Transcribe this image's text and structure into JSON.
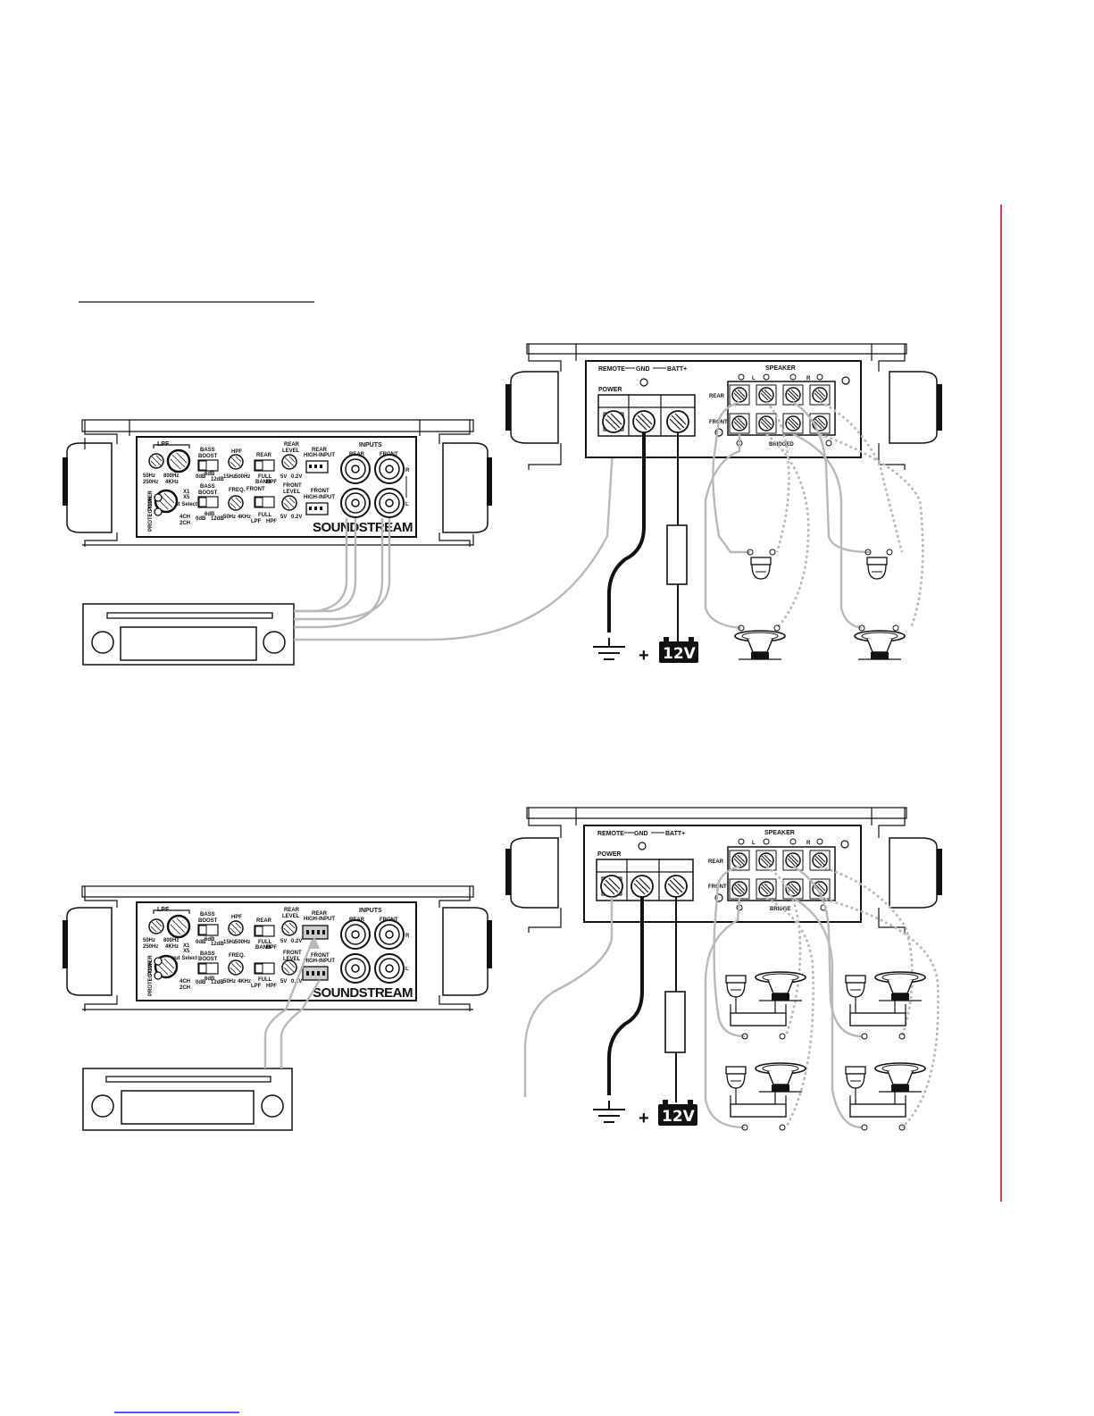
{
  "page": {
    "accent_color": "#c8102e"
  },
  "head_unit_panel": {
    "lpf_label": "LPF",
    "lpf_ticks": [
      "50Hz",
      "250Hz",
      "800Hz",
      "4KHz"
    ],
    "bass_boost_label": "BASS BOOST",
    "bass_boost_ticks": [
      "0dB",
      "6dB",
      "12dB"
    ],
    "x1_label": "X1",
    "x5_label": "X5",
    "input_select_label": "Input Select",
    "ch4_label": "4CH",
    "ch2_label": "2CH",
    "power_label": "POWER",
    "protection_label": "PROTECTION",
    "hpf_label": "HPF",
    "hpf_ticks": [
      "15Hz",
      "500Hz"
    ],
    "freq_label": "FREQ.",
    "freq_ticks": [
      "50Hz",
      "4KHz"
    ],
    "rear_label": "REAR",
    "front_label": "FRONT",
    "full_label": "FULL",
    "band_label": "BAND",
    "hpf_short": "HPF",
    "lpf_short": "LPF",
    "rear_level_label": "REAR LEVEL",
    "front_level_label": "FRONT LEVEL",
    "level_ticks": [
      "5V",
      "0.2V"
    ],
    "rear_high_input_label": "REAR HIGH-INPUT",
    "front_high_input_label": "FRONT HIGH-INPUT",
    "inputs_label": "INPUTS",
    "inputs_rear": "REAR",
    "inputs_front": "FRONT",
    "r_label": "R",
    "l_label": "L",
    "brand": "SOUNDSTREAM"
  },
  "power_panel": {
    "remote_label": "REMOTE",
    "gnd_label": "GND",
    "batt_label": "BATT+",
    "power_label": "POWER",
    "speaker_label": "SPEAKER",
    "rear_label": "REAR",
    "front_label": "FRONT",
    "l_label": "L",
    "r_label": "R",
    "bridged_label_top": "BRIDGED",
    "bridged_label_bottom": "BRIDGE",
    "battery_label": "12V",
    "plus_sign": "+"
  },
  "icons": [
    "ground-symbol-icon",
    "battery-12v-icon",
    "fuse-icon",
    "tweeter-icon",
    "woofer-icon",
    "rca-jack-icon",
    "screw-terminal-icon"
  ]
}
